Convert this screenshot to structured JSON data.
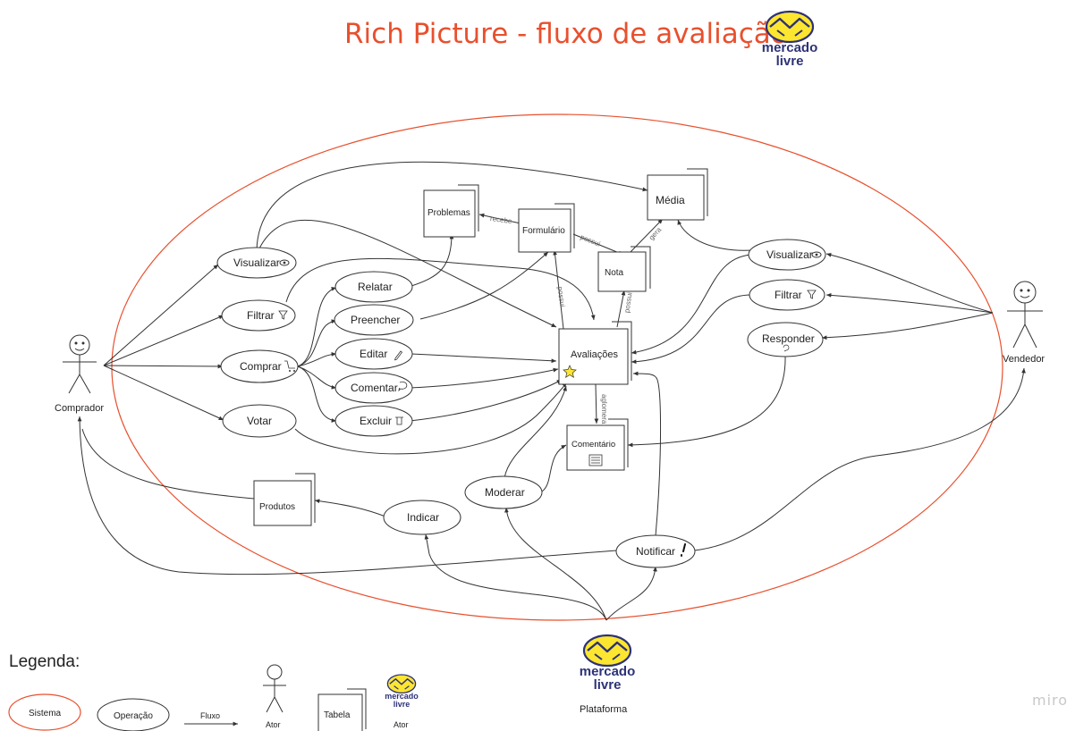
{
  "title": "Rich Picture - fluxo de avaliação",
  "logo_text": [
    "mercado",
    "livre"
  ],
  "actors": {
    "comprador": "Comprador",
    "vendedor": "Vendedor",
    "plataforma": "Plataforma"
  },
  "operations": {
    "visualizar_left": "Visualizar",
    "filtrar_left": "Filtrar",
    "comprar": "Comprar",
    "votar": "Votar",
    "relatar": "Relatar",
    "preencher": "Preencher",
    "editar": "Editar",
    "comentar": "Comentar",
    "excluir": "Excluir",
    "visualizar_right": "Visualizar",
    "filtrar_right": "Filtrar",
    "responder": "Responder",
    "moderar": "Moderar",
    "indicar": "Indicar",
    "notificar": "Notificar"
  },
  "tables": {
    "problemas": "Problemas",
    "formulario": "Formulário",
    "media": "Média",
    "nota": "Nota",
    "avaliacoes": "Avaliações",
    "comentario": "Comentário",
    "produtos": "Produtos"
  },
  "edge_labels": {
    "recebe": "recebe",
    "possui_nota": "possui",
    "gera": "gera",
    "possui_form": "possui",
    "possui_aval": "possui",
    "aglomera": "aglomera"
  },
  "legend": {
    "title": "Legenda:",
    "sistema": "Sistema",
    "operacao": "Operação",
    "fluxo": "Fluxo",
    "ator": "Ator",
    "tabela": "Tabela",
    "ator_logo": "Ator"
  },
  "watermark": "miro",
  "colors": {
    "title": "#e8502e",
    "system_boundary": "#e8502e",
    "logo_yellow": "#fde62f",
    "logo_blue": "#2d3277"
  }
}
